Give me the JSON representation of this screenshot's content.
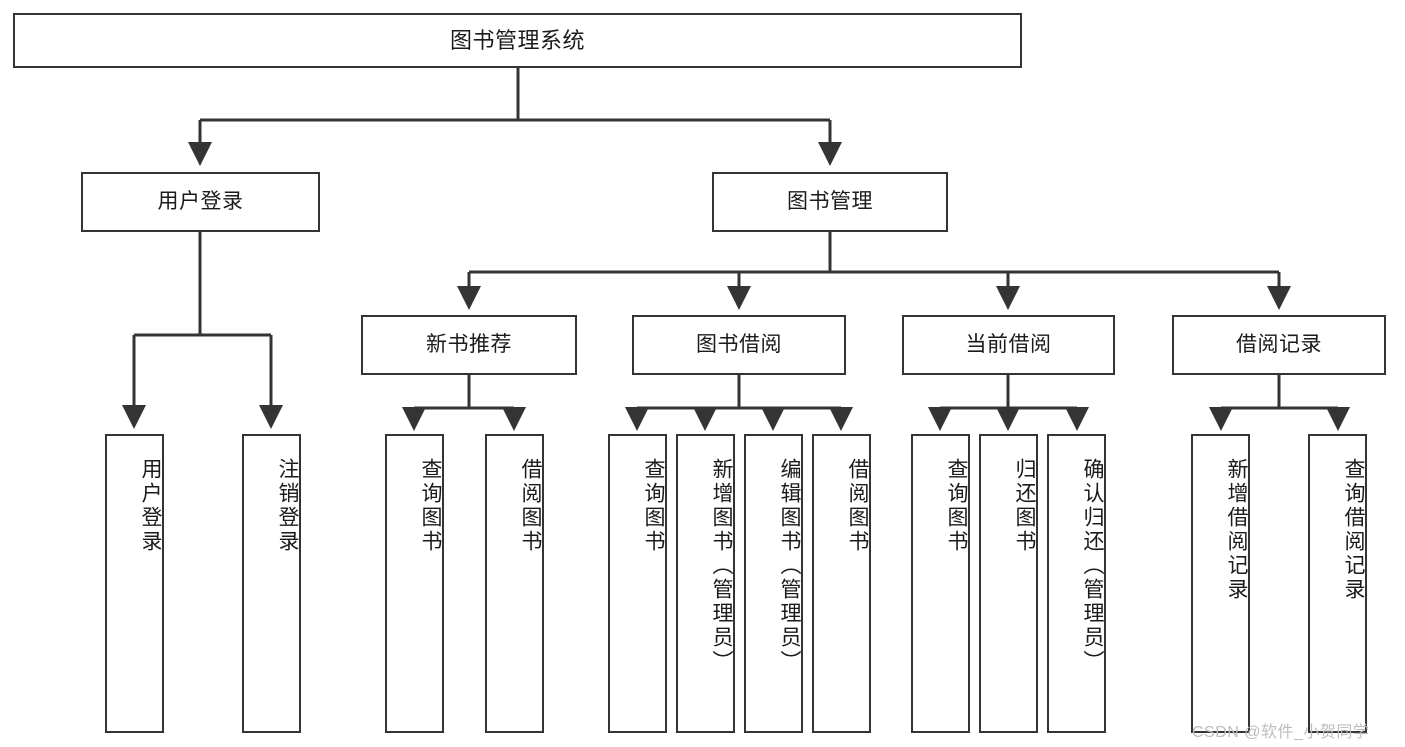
{
  "diagram": {
    "type": "tree-hierarchy-chart",
    "title": "图书管理系统",
    "stroke_color": "#343434",
    "fill_color": "#ffffff",
    "text_color": "#1b1b1b",
    "levels": {
      "level1": [
        {
          "id": "root",
          "label": "图书管理系统"
        }
      ],
      "level2": [
        {
          "id": "user-login",
          "label": "用户登录"
        },
        {
          "id": "book-manage",
          "label": "图书管理"
        }
      ],
      "level3": [
        {
          "id": "new-book-rec",
          "label": "新书推荐"
        },
        {
          "id": "book-borrow",
          "label": "图书借阅"
        },
        {
          "id": "current-borrow",
          "label": "当前借阅"
        },
        {
          "id": "borrow-record",
          "label": "借阅记录"
        }
      ],
      "level4": [
        {
          "id": "leaf-user-login",
          "label": "用户登录",
          "parent": "user-login"
        },
        {
          "id": "leaf-logout",
          "label": "注销登录",
          "parent": "user-login"
        },
        {
          "id": "leaf-query-book-1",
          "label": "查询图书",
          "parent": "new-book-rec"
        },
        {
          "id": "leaf-borrow-book-1",
          "label": "借阅图书",
          "parent": "new-book-rec"
        },
        {
          "id": "leaf-query-book-2",
          "label": "查询图书",
          "parent": "book-borrow"
        },
        {
          "id": "leaf-add-book",
          "label": "新增图书（管理员）",
          "parent": "book-borrow"
        },
        {
          "id": "leaf-edit-book",
          "label": "编辑图书（管理员）",
          "parent": "book-borrow"
        },
        {
          "id": "leaf-borrow-book-2",
          "label": "借阅图书",
          "parent": "book-borrow"
        },
        {
          "id": "leaf-query-book-3",
          "label": "查询图书",
          "parent": "current-borrow"
        },
        {
          "id": "leaf-return-book",
          "label": "归还图书",
          "parent": "current-borrow"
        },
        {
          "id": "leaf-confirm-return",
          "label": "确认归还（管理员）",
          "parent": "current-borrow"
        },
        {
          "id": "leaf-add-record",
          "label": "新增借阅记录",
          "parent": "borrow-record"
        },
        {
          "id": "leaf-query-record",
          "label": "查询借阅记录",
          "parent": "borrow-record"
        }
      ]
    }
  },
  "watermark": {
    "text": "CSDN @软件_小贺同学"
  }
}
